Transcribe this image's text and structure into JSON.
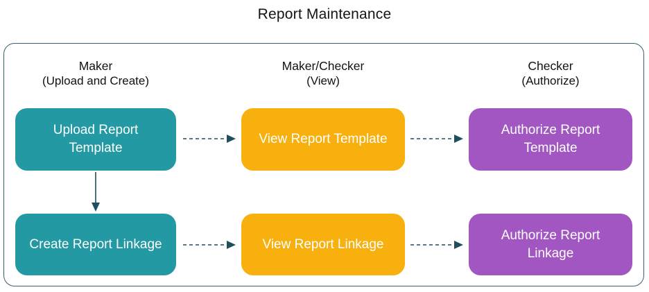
{
  "title": "Report Maintenance",
  "colors": {
    "teal": "#2299A3",
    "amber": "#F7B00D",
    "purple": "#A256C2",
    "arrow": "#1F4E5C",
    "panel_border": "#35606F",
    "node_text": "#FFFFFF",
    "heading_text": "#111111"
  },
  "panel": {
    "columns": [
      {
        "role": "Maker",
        "subtitle": "(Upload and Create)"
      },
      {
        "role": "Maker/Checker",
        "subtitle": "(View)"
      },
      {
        "role": "Checker",
        "subtitle": "(Authorize)"
      }
    ],
    "nodes": [
      {
        "label": "Upload Report Template",
        "color": "#2299A3"
      },
      {
        "label": "View Report Template",
        "color": "#F7B00D"
      },
      {
        "label": "Authorize Report Template",
        "color": "#A256C2"
      },
      {
        "label": "Create Report Linkage",
        "color": "#2299A3"
      },
      {
        "label": "View Report Linkage",
        "color": "#F7B00D"
      },
      {
        "label": "Authorize Report Linkage",
        "color": "#A256C2"
      }
    ]
  }
}
